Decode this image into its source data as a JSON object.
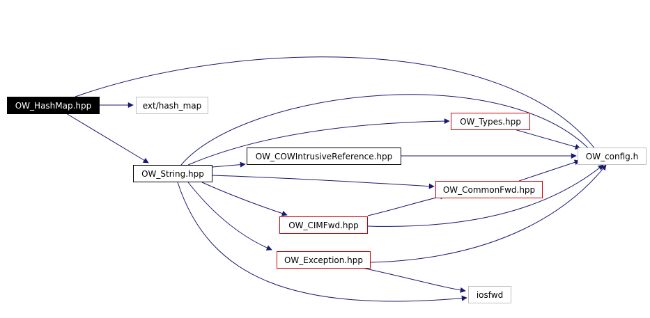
{
  "diagram": {
    "nodes": [
      {
        "id": "hashmap",
        "label": "OW_HashMap.hpp",
        "kind": "root"
      },
      {
        "id": "ext",
        "label": "ext/hash_map",
        "kind": "gray"
      },
      {
        "id": "string",
        "label": "OW_String.hpp",
        "kind": "black"
      },
      {
        "id": "types",
        "label": "OW_Types.hpp",
        "kind": "red"
      },
      {
        "id": "cow",
        "label": "OW_COWIntrusiveReference.hpp",
        "kind": "black"
      },
      {
        "id": "config",
        "label": "OW_config.h",
        "kind": "gray"
      },
      {
        "id": "common",
        "label": "OW_CommonFwd.hpp",
        "kind": "red"
      },
      {
        "id": "cimfwd",
        "label": "OW_CIMFwd.hpp",
        "kind": "red"
      },
      {
        "id": "exception",
        "label": "OW_Exception.hpp",
        "kind": "red"
      },
      {
        "id": "iosfwd",
        "label": "iosfwd",
        "kind": "gray"
      }
    ],
    "edge_color": "#191970",
    "border_colors": {
      "black": "#000000",
      "red": "#cc0000",
      "gray": "#bfbfbf"
    }
  }
}
